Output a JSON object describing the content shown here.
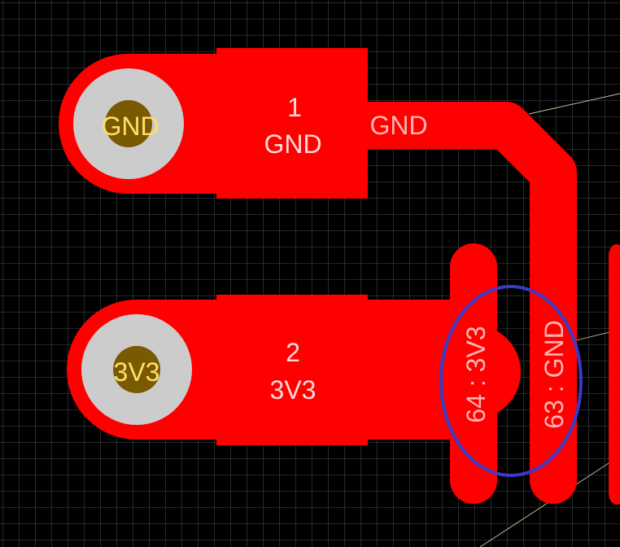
{
  "view": {
    "background_color": "#000000",
    "grid_color": "#5a6470",
    "copper_color": "#ff0000",
    "pad_ring_color": "#cccccc",
    "drill_color": "#7a5a00",
    "pad_text_color": "#ffd9d9",
    "net_label_color": "#ffb3b3",
    "hole_label_color": "#ffe066",
    "highlight_color": "#3a3ac8",
    "ratsnest_color": "#c8c8a0"
  },
  "pads": [
    {
      "number": "1",
      "net": "GND",
      "hole_label": "GND"
    },
    {
      "number": "2",
      "net": "3V3",
      "hole_label": "3V3"
    }
  ],
  "traces": [
    {
      "net_label": "GND"
    }
  ],
  "ic_pins": [
    {
      "label": "64 : 3V3"
    },
    {
      "label": "63 : GND"
    }
  ]
}
